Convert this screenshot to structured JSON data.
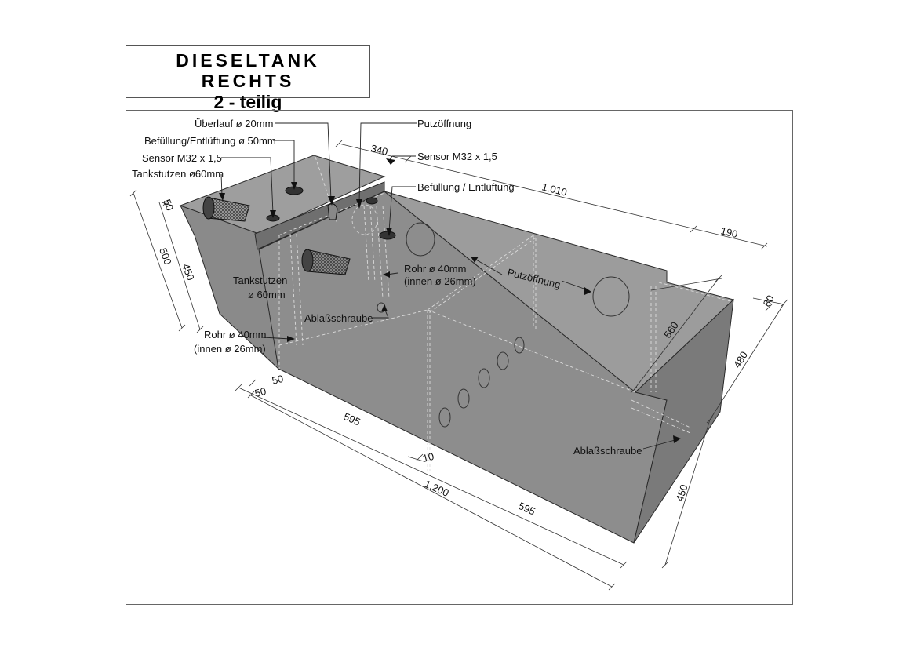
{
  "title": {
    "line1": "DIESELTANK RECHTS",
    "line2": "2 - teilig"
  },
  "labels": {
    "ueberlauf": "Überlauf ø 20mm",
    "putzoeffnung_top": "Putzöffnung",
    "befuellung_50": "Befüllung/Entlüftung ø 50mm",
    "sensor_left": "Sensor M32 x 1,5",
    "sensor_right": "Sensor M32 x 1,5",
    "tankstutzen_top": "Tankstutzen ø60mm",
    "befuellung_right": "Befüllung / Entlüftung",
    "tankstutzen_mid_1": "Tankstutzen",
    "tankstutzen_mid_2": "ø 60mm",
    "rohr_mid_1": "Rohr ø 40mm",
    "rohr_mid_2": "(innen ø 26mm)",
    "ablass_mid": "Ablaßschraube",
    "rohr_left_1": "Rohr ø 40mm",
    "rohr_left_2": "(innen ø 26mm)",
    "putzoeffnung_mid": "Putzöffnung",
    "ablass_right": "Ablaßschraube"
  },
  "dimensions": {
    "d340": "340",
    "d1010": "1.010",
    "d190": "190",
    "d50_top": "50",
    "d500": "500",
    "d450_left": "450",
    "d560": "560",
    "d80": "80",
    "d480": "480",
    "d450_right": "450",
    "d50_a": "50",
    "d50_b": "50",
    "d595_a": "595",
    "d10": "10",
    "d1200": "1.200",
    "d595_b": "595"
  },
  "colors": {
    "tank_face_main": "#8d8d8d",
    "tank_face_top": "#a2a2a2",
    "tank_face_dark": "#6f6f6f",
    "frame": "#666666"
  }
}
